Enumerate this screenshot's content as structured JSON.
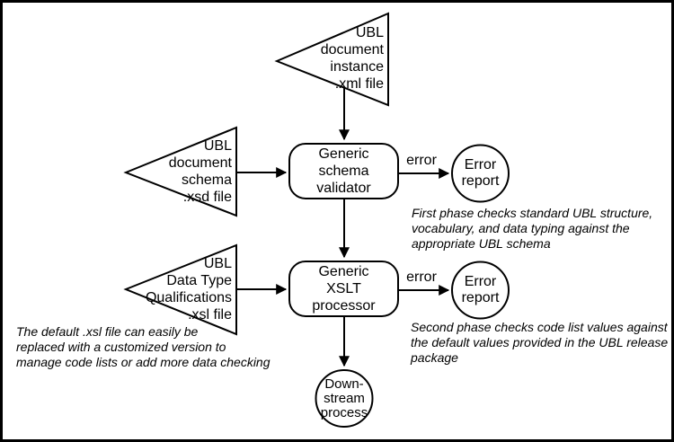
{
  "diagram": {
    "colors": {
      "stroke": "#000000",
      "background": "#ffffff"
    },
    "inputs": {
      "xml": {
        "label": "UBL\ndocument\ninstance\n.xml file"
      },
      "xsd": {
        "label": "UBL\ndocument\nschema\n.xsd file"
      },
      "xsl": {
        "label": "UBL\nData Type\nQualifications\n.xsl file"
      }
    },
    "processes": {
      "schema_validator": {
        "label": "Generic\nschema\nvalidator"
      },
      "xslt_processor": {
        "label": "Generic\nXSLT\nprocessor"
      }
    },
    "outputs": {
      "error_report_1": {
        "label": "Error\nreport"
      },
      "error_report_2": {
        "label": "Error\nreport"
      },
      "downstream": {
        "label": "Down-\nstream\nprocess"
      }
    },
    "edge_labels": {
      "error_1": "error",
      "error_2": "error"
    },
    "annotations": {
      "first_phase": "First phase checks standard UBL structure,\nvocabulary, and data typing against the\nappropriate UBL schema",
      "second_phase": "Second phase checks code list values against\nthe default values provided in the UBL release\npackage",
      "xsl_note": "The default .xsl file can easily be\nreplaced with a customized version to\nmanage code lists or add more data checking"
    }
  }
}
